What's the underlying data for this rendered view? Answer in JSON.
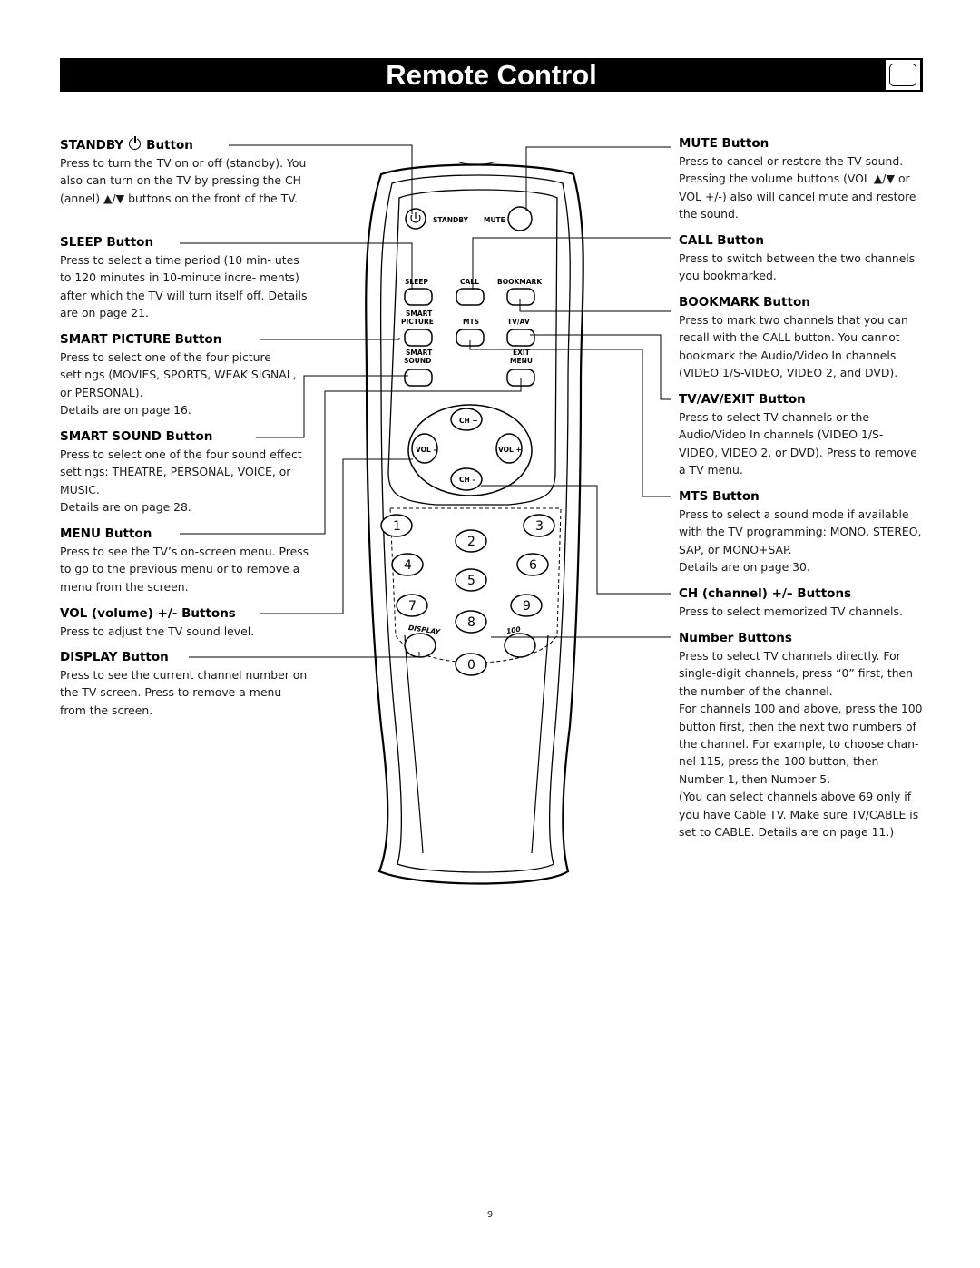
{
  "header": {
    "title": "Remote Control",
    "icon": "tv-screen-icon"
  },
  "left": [
    {
      "heading": "STANDBY",
      "heading_suffix": "Button",
      "paragraphs": [
        "Press to turn the TV on or off (standby). You also can turn on the TV by pressing the CH (annel) ▲/▼ buttons on the front of the TV."
      ]
    },
    {
      "heading": "SLEEP Button",
      "paragraphs": [
        "Press to select a time period (10 min- utes to 120 minutes in 10-minute incre- ments) after which the TV will turn itself off. Details are on page 21."
      ]
    },
    {
      "heading": "SMART PICTURE Button",
      "paragraphs": [
        "Press to select one of the four picture settings (MOVIES, SPORTS, WEAK SIGNAL, or PERSONAL).",
        "Details are on page 16."
      ]
    },
    {
      "heading": "SMART SOUND Button",
      "paragraphs": [
        "Press to select one of the four sound effect settings: THEATRE, PERSONAL, VOICE, or MUSIC.",
        "Details are on page 28."
      ]
    },
    {
      "heading": "MENU Button",
      "paragraphs": [
        "Press to see the TV’s on-screen menu. Press to go to the previous menu or to remove a menu from the screen."
      ]
    },
    {
      "heading": "VOL (volume) +/- Buttons",
      "paragraphs": [
        "Press to adjust the TV sound level."
      ]
    },
    {
      "heading": "DISPLAY Button",
      "paragraphs": [
        "Press to see the current channel number on the TV screen. Press to remove a menu from the screen."
      ]
    }
  ],
  "right": [
    {
      "heading": "MUTE Button",
      "paragraphs": [
        "Press to cancel or restore the TV sound. Pressing the volume buttons (VOL ▲/▼ or VOL +/-) also will cancel mute and restore the sound."
      ]
    },
    {
      "heading": "CALL Button",
      "paragraphs": [
        "Press to switch between the two channels you bookmarked."
      ]
    },
    {
      "heading": "BOOKMARK Button",
      "paragraphs": [
        "Press to mark two channels that you can recall with the CALL button. You cannot bookmark the Audio/Video In channels (VIDEO 1/S-VIDEO, VIDEO 2, and DVD)."
      ]
    },
    {
      "heading": "TV/AV/EXIT Button",
      "paragraphs": [
        "Press to select TV channels or the Audio/Video In channels (VIDEO 1/S- VIDEO, VIDEO 2, or DVD). Press to remove a TV menu."
      ]
    },
    {
      "heading": "MTS Button",
      "paragraphs": [
        "Press to select a sound mode if available with the TV programming: MONO, STEREO, SAP, or MONO+SAP.",
        "Details are on page 30."
      ]
    },
    {
      "heading": "CH (channel) +/– Buttons",
      "paragraphs": [
        "Press to select memorized TV channels."
      ]
    },
    {
      "heading": "Number Buttons",
      "paragraphs": [
        "Press to select TV channels directly. For single-digit channels, press “0” first, then the number of the channel.",
        "For channels 100 and above, press the 100 button first, then the next two numbers of the channel. For example, to choose chan- nel 115, press the 100 button, then Number 1, then Number 5.",
        "(You can select channels above 69 only if you have Cable TV. Make sure TV/CABLE is set to CABLE. Details are on page 11.)"
      ]
    }
  ],
  "remote": {
    "standby": "STANDBY",
    "mute": "MUTE",
    "sleep": "SLEEP",
    "call": "CALL",
    "bookmark": "BOOKMARK",
    "smart_picture_1": "SMART",
    "smart_picture_2": "PICTURE",
    "mts": "MTS",
    "tvav": "TV/AV",
    "smart_sound_1": "SMART",
    "smart_sound_2": "SOUND",
    "exit": "EXIT",
    "menu": "MENU",
    "ch_plus": "CH +",
    "ch_minus": "CH –",
    "vol_minus": "VOL –",
    "vol_plus": "VOL +",
    "digits": [
      "1",
      "2",
      "3",
      "4",
      "5",
      "6",
      "7",
      "8",
      "9",
      "0"
    ],
    "display": "DISPLAY",
    "hundred": "100"
  },
  "footer": {
    "page_number": "9"
  }
}
